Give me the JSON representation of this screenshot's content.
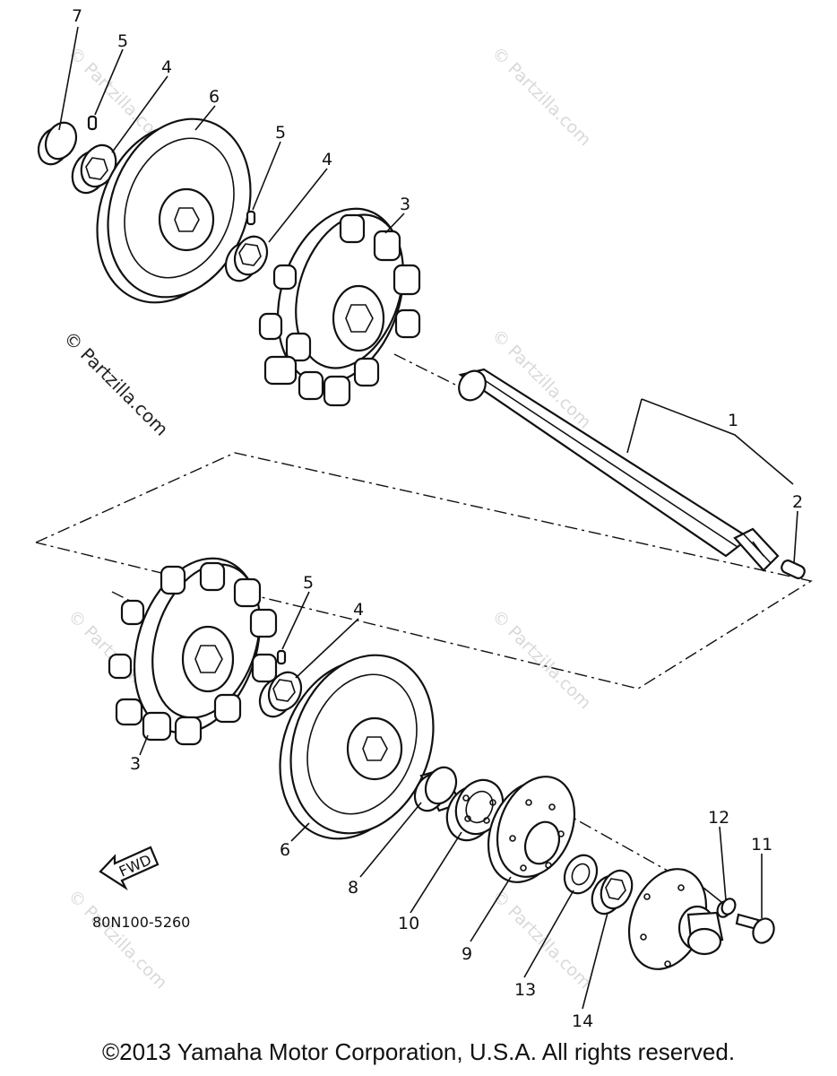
{
  "labels": {
    "p1": "1",
    "p2": "2",
    "p3a": "3",
    "p3b": "3",
    "p4a": "4",
    "p4b": "4",
    "p4c": "4",
    "p5a": "5",
    "p5b": "5",
    "p5c": "5",
    "p6a": "6",
    "p6b": "6",
    "p7": "7",
    "p8": "8",
    "p9": "9",
    "p10": "10",
    "p11": "11",
    "p12": "12",
    "p13": "13",
    "p14": "14"
  },
  "fwd_arrow": "FWD",
  "diagram_code": "80N100-5260",
  "watermark": "© Partzilla.com",
  "copyright": "©2013  Yamaha Motor Corporation, U.S.A. All rights reserved."
}
